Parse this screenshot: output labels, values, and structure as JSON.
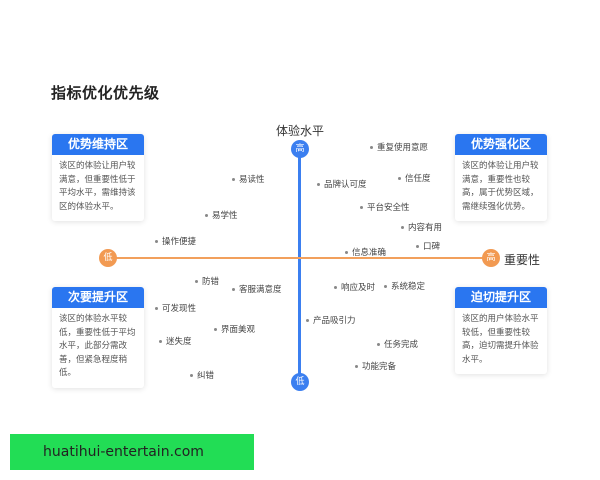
{
  "title": "指标优化优先级",
  "axes": {
    "y_label": "体验水平",
    "x_label": "重要性",
    "y_high": "高",
    "y_low": "低",
    "x_low": "低",
    "x_high": "高"
  },
  "quadrants": {
    "top_left": {
      "title": "优势维持区",
      "body": "该区的体验让用户较满意，但重要性低于平均水平，需维持该区的体验水平。"
    },
    "top_right": {
      "title": "优势强化区",
      "body": "该区的体验让用户较满意，重要性也较高，属于优势区域，需继续强化优势。"
    },
    "bottom_left": {
      "title": "次要提升区",
      "body": "该区的体验水平较低，重要性低于平均水平，此部分需改善，但紧急程度稍低。"
    },
    "bottom_right": {
      "title": "迫切提升区",
      "body": "该区的用户体验水平较低，但重要性较高，迫切需提升体验水平。"
    }
  },
  "factors": {
    "f01": "重复使用意愿",
    "f02": "易读性",
    "f03": "品牌认可度",
    "f04": "信任度",
    "f05": "平台安全性",
    "f06": "易学性",
    "f07": "内容有用",
    "f08": "操作便捷",
    "f09": "口碑",
    "f10": "信息准确",
    "f11": "防错",
    "f12": "客服满意度",
    "f13": "响应及时",
    "f14": "系统稳定",
    "f15": "可发现性",
    "f16": "产品吸引力",
    "f17": "界面美观",
    "f18": "迷失度",
    "f19": "任务完成",
    "f20": "功能完备",
    "f21": "纠错"
  },
  "banner": "huatihui-entertain.com",
  "colors": {
    "accent_blue": "#2a76f0",
    "axis_orange": "#f29a52",
    "banner_green": "#22dd55"
  }
}
